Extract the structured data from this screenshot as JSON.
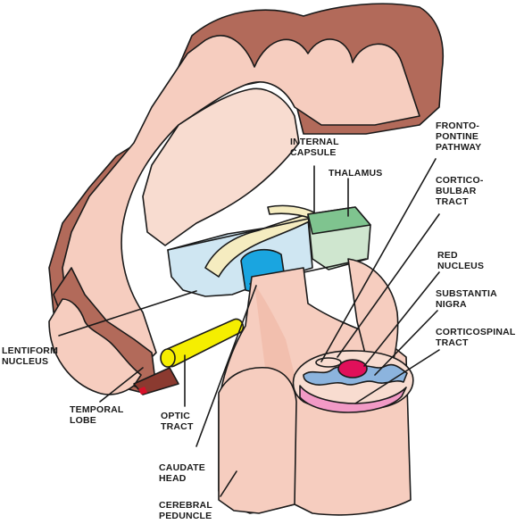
{
  "labels": {
    "internal_capsule": [
      "INTERNAL",
      "CAPSULE"
    ],
    "thalamus": [
      "THALAMUS"
    ],
    "frontopontine": [
      "FRONTO-",
      "PONTINE",
      "PATHWAY"
    ],
    "corticobulbar": [
      "CORTICO-",
      "BULBAR",
      "TRACT"
    ],
    "red_nucleus": [
      "RED",
      "NUCLEUS"
    ],
    "substantia_nigra": [
      "SUBSTANTIA",
      "NIGRA"
    ],
    "corticospinal": [
      "CORTICOSPINAL",
      "TRACT"
    ],
    "lentiform": [
      "LENTIFORM",
      "NUCLEUS"
    ],
    "temporal_lobe": [
      "TEMPORAL",
      "LOBE"
    ],
    "optic_tract": [
      "OPTIC",
      "TRACT"
    ],
    "caudate_head": [
      "CAUDATE",
      "HEAD"
    ],
    "cerebral_peduncle": [
      "CEREBRAL",
      "PEDUNCLE"
    ]
  },
  "colors": {
    "cortex_surface": "#f6cdbf",
    "cortex_dark": "#b26a5a",
    "gray_matter_cut": "#f4c6b6",
    "lentiform": "#cfe6f2",
    "internal_capsule": "#f5ecc0",
    "thalamus": "#7fc48f",
    "thalamus_pale": "#cfe6cf",
    "caudate": "#1aa5e0",
    "optic_tract": "#f5ee00",
    "red_nucleus": "#e0105a",
    "substantia_nigra": "#8cb4de",
    "corticospinal": "#f29ac6",
    "outline": "#1a1a1a"
  }
}
